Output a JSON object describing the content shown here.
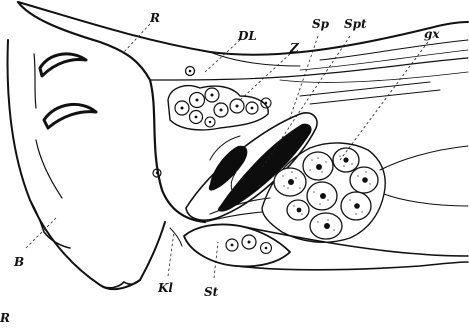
{
  "labels": {
    "R_top": "R",
    "DL": "DL",
    "Z": "Z",
    "Sp": "Sp",
    "Spt": "Spt",
    "gx": "gx",
    "B": "B",
    "Kl": "Kl",
    "St": "St",
    "R_bottom": "R"
  }
}
